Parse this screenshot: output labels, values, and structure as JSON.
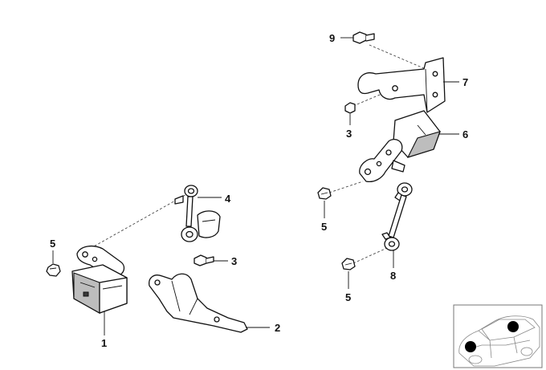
{
  "callouts": {
    "c1": "1",
    "c2": "2",
    "c3a": "3",
    "c3b": "3",
    "c4": "4",
    "c5a": "5",
    "c5b": "5",
    "c5c": "5",
    "c6": "6",
    "c7": "7",
    "c8": "8",
    "c9": "9"
  },
  "inset": {
    "markers": 2
  }
}
